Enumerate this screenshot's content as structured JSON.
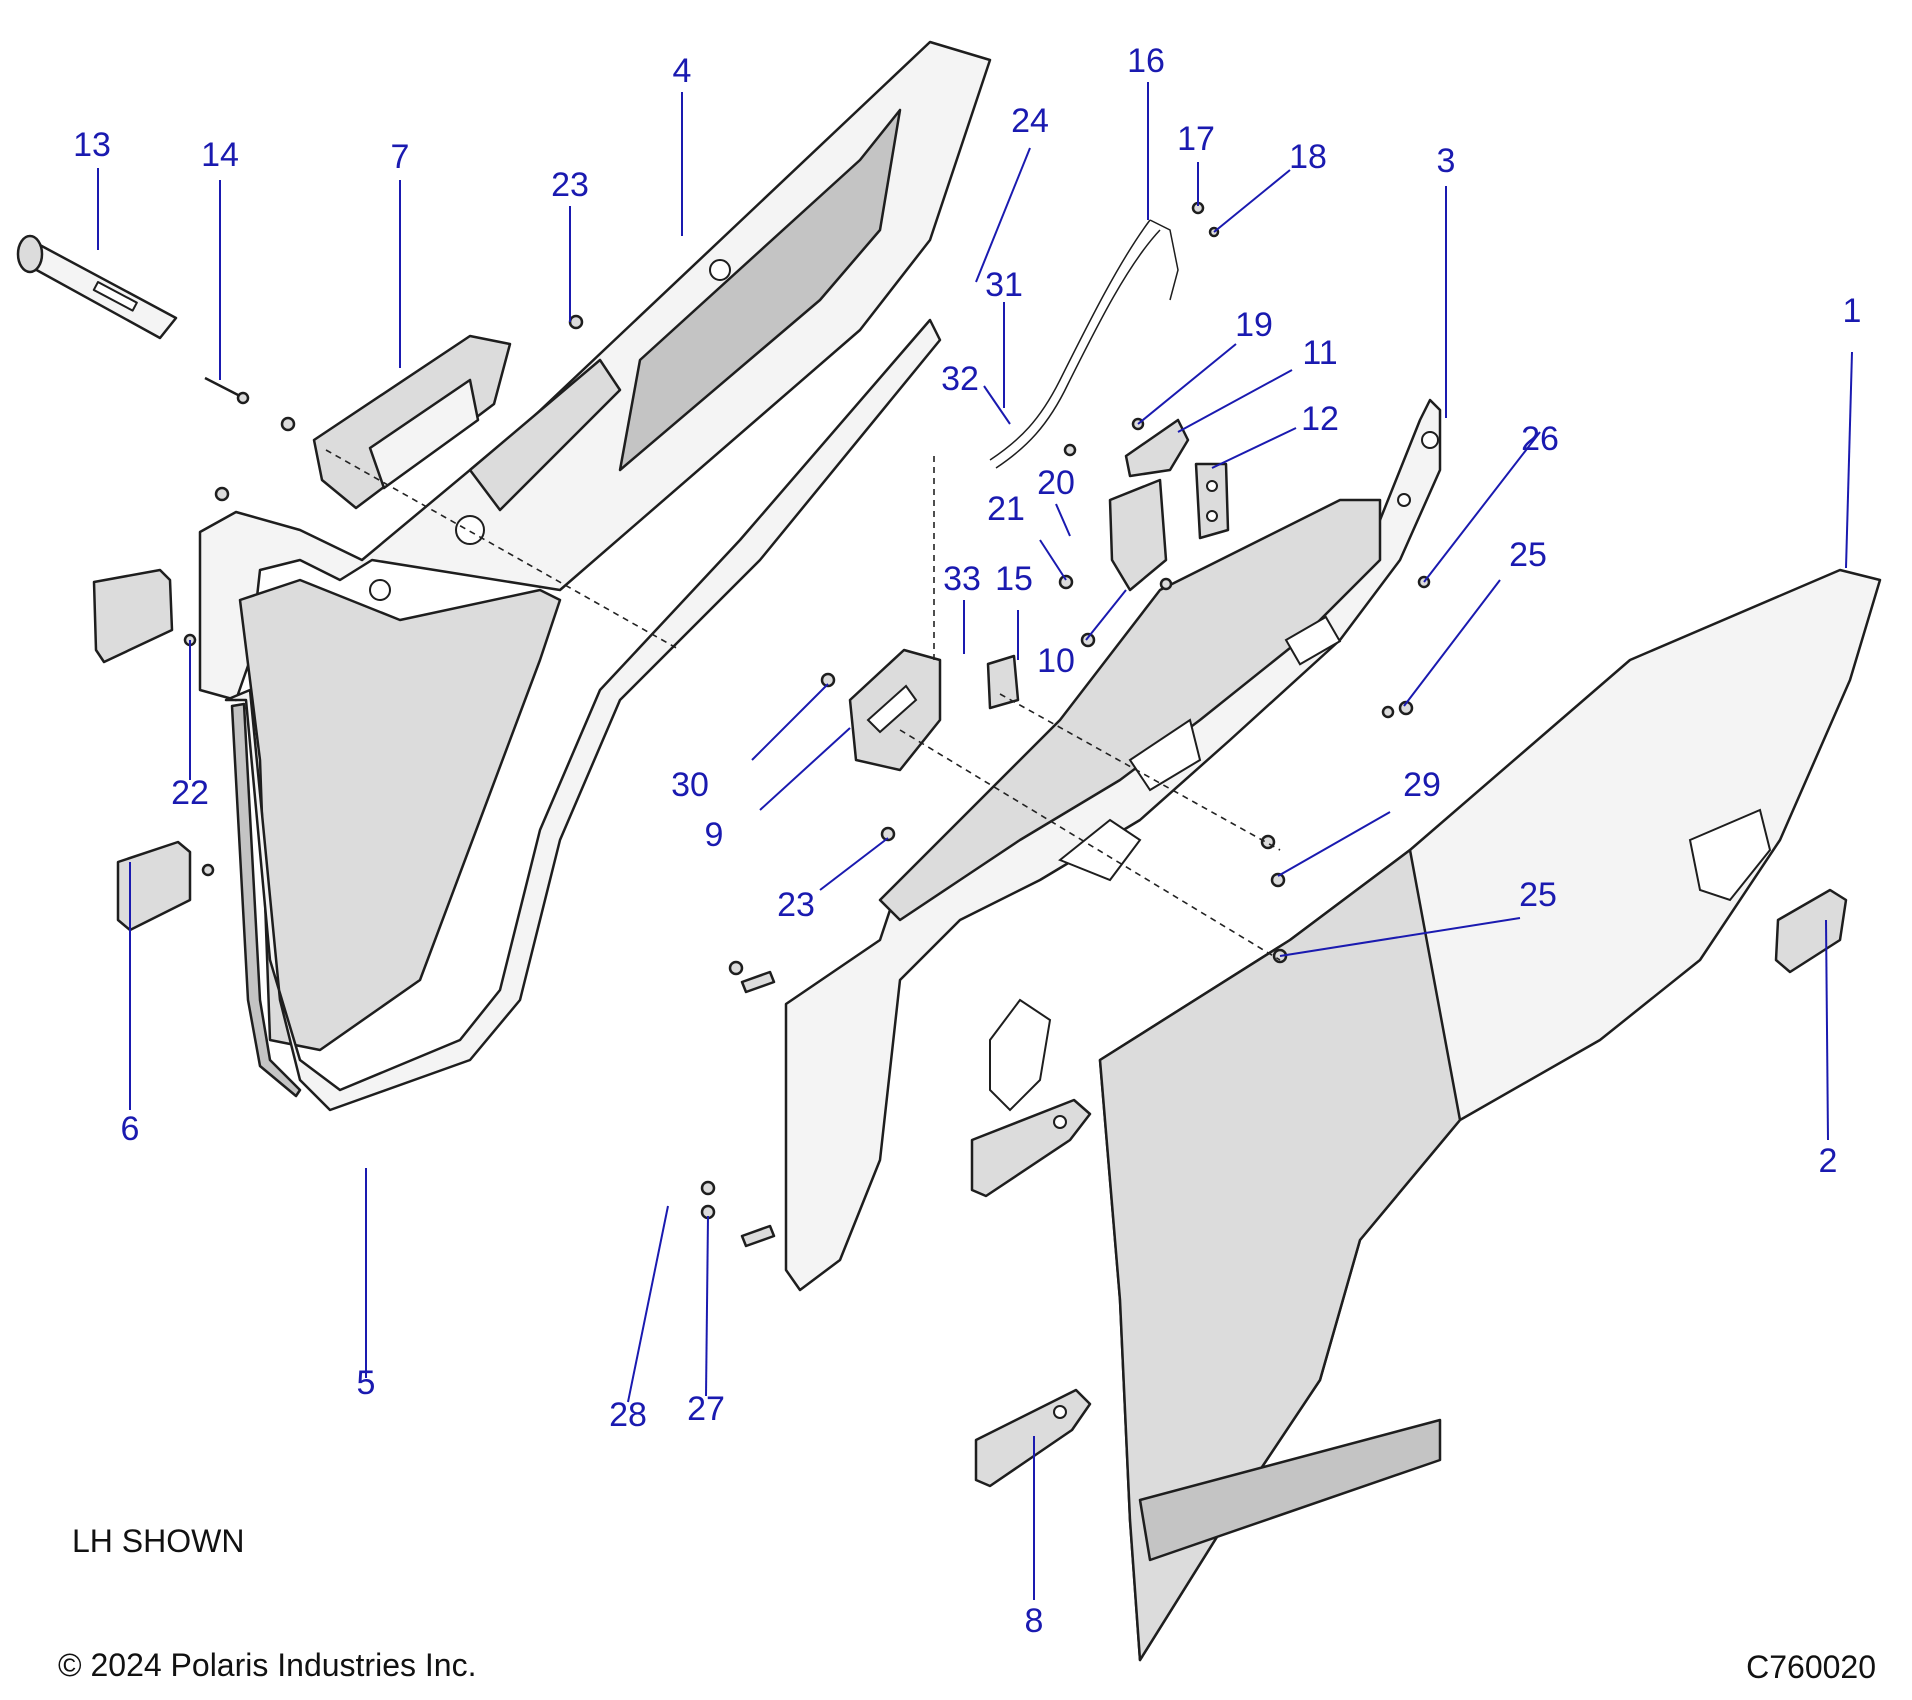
{
  "callouts": [
    {
      "id": "c1",
      "label": "1"
    },
    {
      "id": "c2",
      "label": "2"
    },
    {
      "id": "c3",
      "label": "3"
    },
    {
      "id": "c4",
      "label": "4"
    },
    {
      "id": "c5",
      "label": "5"
    },
    {
      "id": "c6",
      "label": "6"
    },
    {
      "id": "c7",
      "label": "7"
    },
    {
      "id": "c8",
      "label": "8"
    },
    {
      "id": "c9",
      "label": "9"
    },
    {
      "id": "c10",
      "label": "10"
    },
    {
      "id": "c11",
      "label": "11"
    },
    {
      "id": "c12",
      "label": "12"
    },
    {
      "id": "c13",
      "label": "13"
    },
    {
      "id": "c14",
      "label": "14"
    },
    {
      "id": "c15",
      "label": "15"
    },
    {
      "id": "c16",
      "label": "16"
    },
    {
      "id": "c17",
      "label": "17"
    },
    {
      "id": "c18",
      "label": "18"
    },
    {
      "id": "c19",
      "label": "19"
    },
    {
      "id": "c20",
      "label": "20"
    },
    {
      "id": "c21",
      "label": "21"
    },
    {
      "id": "c22",
      "label": "22"
    },
    {
      "id": "c23a",
      "label": "23"
    },
    {
      "id": "c23b",
      "label": "23"
    },
    {
      "id": "c24",
      "label": "24"
    },
    {
      "id": "c25a",
      "label": "25"
    },
    {
      "id": "c25b",
      "label": "25"
    },
    {
      "id": "c26",
      "label": "26"
    },
    {
      "id": "c27",
      "label": "27"
    },
    {
      "id": "c28",
      "label": "28"
    },
    {
      "id": "c29",
      "label": "29"
    },
    {
      "id": "c30",
      "label": "30"
    },
    {
      "id": "c31",
      "label": "31"
    },
    {
      "id": "c32",
      "label": "32"
    },
    {
      "id": "c33",
      "label": "33"
    }
  ],
  "view_note": "LH SHOWN",
  "copyright": "© 2024 Polaris Industries Inc.",
  "figure_code": "C760020",
  "colors": {
    "callout": "#1a1ab0",
    "part_outline": "#1e1e1e",
    "part_fill": "#dcdcdc"
  }
}
